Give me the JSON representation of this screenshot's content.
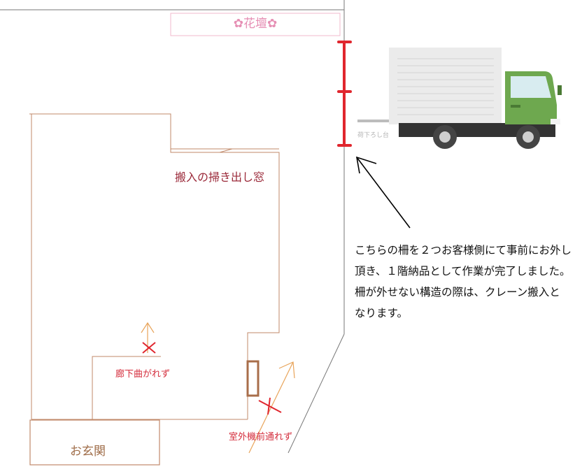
{
  "diagram": {
    "flowerbed_label": "✿花壇✿",
    "window_label": "搬入の掃き出し窓",
    "corridor_label": "廊下曲がれず",
    "outdoor_unit_label": "室外機前通れず",
    "entrance_label": "お玄関",
    "unloading_label": "荷下ろし台",
    "note_lines": [
      "こちらの柵を２つお客様側にて事前にお外し",
      "頂き、１階納品として作業が完了しました。",
      "柵が外せない構造の際は、クレーン搬入と",
      "なります。"
    ]
  },
  "colors": {
    "wall": "#c0896a",
    "fence_marker": "#e0262e",
    "cross_mark": "#e0262e",
    "flowerbed_border": "#f0b8cc",
    "truck_cab": "#6ea84f",
    "truck_body": "#e9e9e9",
    "arrow": "#e8a45a",
    "black_arrow": "#000000"
  },
  "icons": {
    "truck": "truck-icon",
    "fence": "fence-marker-icon",
    "cross": "cross-mark-icon",
    "arrow": "arrow-icon"
  }
}
